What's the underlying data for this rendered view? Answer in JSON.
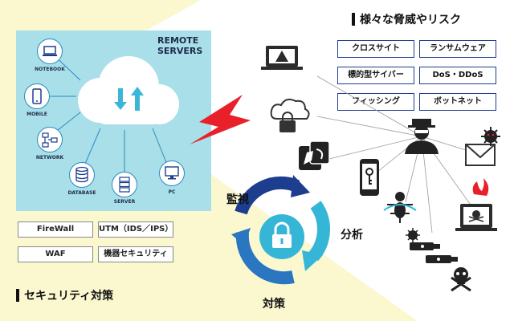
{
  "remote_servers": {
    "title_line1": "REMOTE",
    "title_line2": "SERVERS",
    "devices": [
      {
        "label": "NOTEBOOK",
        "icon": "notebook-icon"
      },
      {
        "label": "MOBILE",
        "icon": "mobile-icon"
      },
      {
        "label": "NETWORK",
        "icon": "network-icon"
      },
      {
        "label": "DATABASE",
        "icon": "database-icon"
      },
      {
        "label": "SERVER",
        "icon": "server-icon"
      },
      {
        "label": "PC",
        "icon": "pc-icon"
      }
    ]
  },
  "security_tools": [
    "FireWall",
    "UTM（IDS／IPS）",
    "WAF",
    "機器セキュリティ"
  ],
  "security_heading": "セキュリティ対策",
  "threats_heading": "様々な脅威やリスク",
  "threats": [
    "クロスサイト",
    "ランサムウェア",
    "標的型サイバー",
    "DoS・DDoS",
    "フィッシング",
    "ボットネット"
  ],
  "cycle": {
    "monitor": "監視",
    "analyze": "分析",
    "respond": "対策"
  },
  "colors": {
    "panel": "#a9dfe9",
    "yellow": "#fbf8d0",
    "navy": "#1d3d8f",
    "cyan": "#35b6d6",
    "blue": "#2a76c0",
    "red": "#e8202a"
  }
}
